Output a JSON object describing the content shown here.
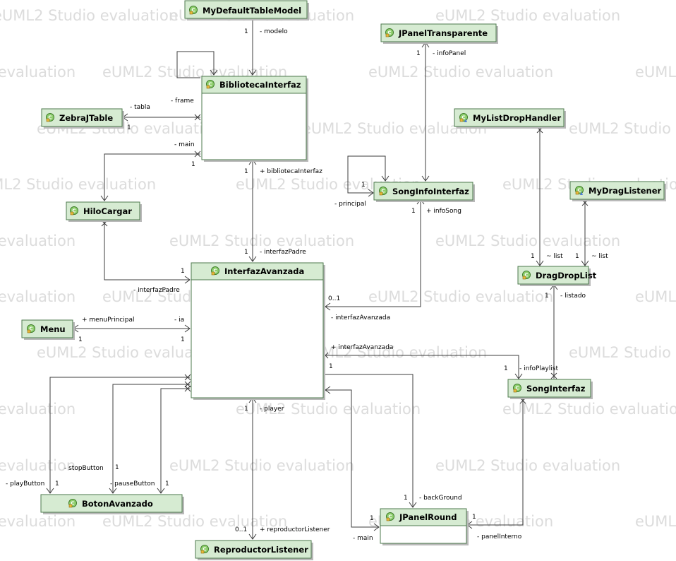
{
  "watermark": "eUML2 Studio evaluation",
  "classes": {
    "MyDefaultTableModel": "MyDefaultTableModel",
    "BibliotecaInterfaz": "BibliotecaInterfaz",
    "ZebraJTable": "ZebraJTable",
    "HiloCargar": "HiloCargar",
    "InterfazAvanzada": "InterfazAvanzada",
    "Menu": "Menu",
    "BotonAvanzado": "BotonAvanzado",
    "ReproductorListener": "ReproductorListener",
    "JPanelTransparente": "JPanelTransparente",
    "SongInfoInterfaz": "SongInfoInterfaz",
    "MyListDropHandler": "MyListDropHandler",
    "MyDragListener": "MyDragListener",
    "DragDropList": "DragDropList",
    "SongInterfaz": "SongInterfaz",
    "JPanelRound": "JPanelRound"
  },
  "labels": {
    "modelo_mult": "1",
    "modelo": "- modelo",
    "frame": "- frame",
    "tabla": "- tabla",
    "tabla_mult": "1",
    "main_bib": "- main",
    "main_bib_mult": "1",
    "bib_mult": "1",
    "bibliotecaInterfaz": "+ bibliotecaInterfaz",
    "interfazPadre_mult": "1",
    "interfazPadre": "- interfazPadre",
    "hilo_mult": "1",
    "hilo_interfazPadre": "- interfazPadre",
    "menuPrincipal": "+ menuPrincipal",
    "ia": "- ia",
    "menu_mult_left": "1",
    "menu_mult_right": "1",
    "infoPanel_mult": "1",
    "infoPanel": "- infoPanel",
    "principal": "- principal",
    "principal_mult": "1",
    "infoSong_mult": "1",
    "infoSong": "+ infoSong",
    "infoSong_interfaz_mult": "0..1",
    "infoSong_interfazAvanzada": "- interfazAvanzada",
    "song_interfazAvanzada": "+ interfazAvanzada",
    "infoPlaylist_mult": "1",
    "infoPlaylist": "- infoPlaylist",
    "list1_mult": "1",
    "list1": "~ list",
    "list2_mult": "1",
    "list2": "~ list",
    "listado_mult": "1",
    "listado": "- listado",
    "stopButton": "- stopButton",
    "stop_mult": "1",
    "playButton": "- playButton",
    "play_mult": "1",
    "pauseButton": "- pauseButton",
    "pause_mult": "1",
    "pause_mult_b": "1",
    "player_mult": "1",
    "player": "- player",
    "reproductor_mult": "0..1",
    "reproductorListener": "+ reproductorListener",
    "background_mult_top": "1",
    "background_mult": "1",
    "backGround": "- backGround",
    "main_round": "- main",
    "main_round_mult": "1",
    "panelInterno": "- panelInterno",
    "panelInterno_mult": "1"
  }
}
